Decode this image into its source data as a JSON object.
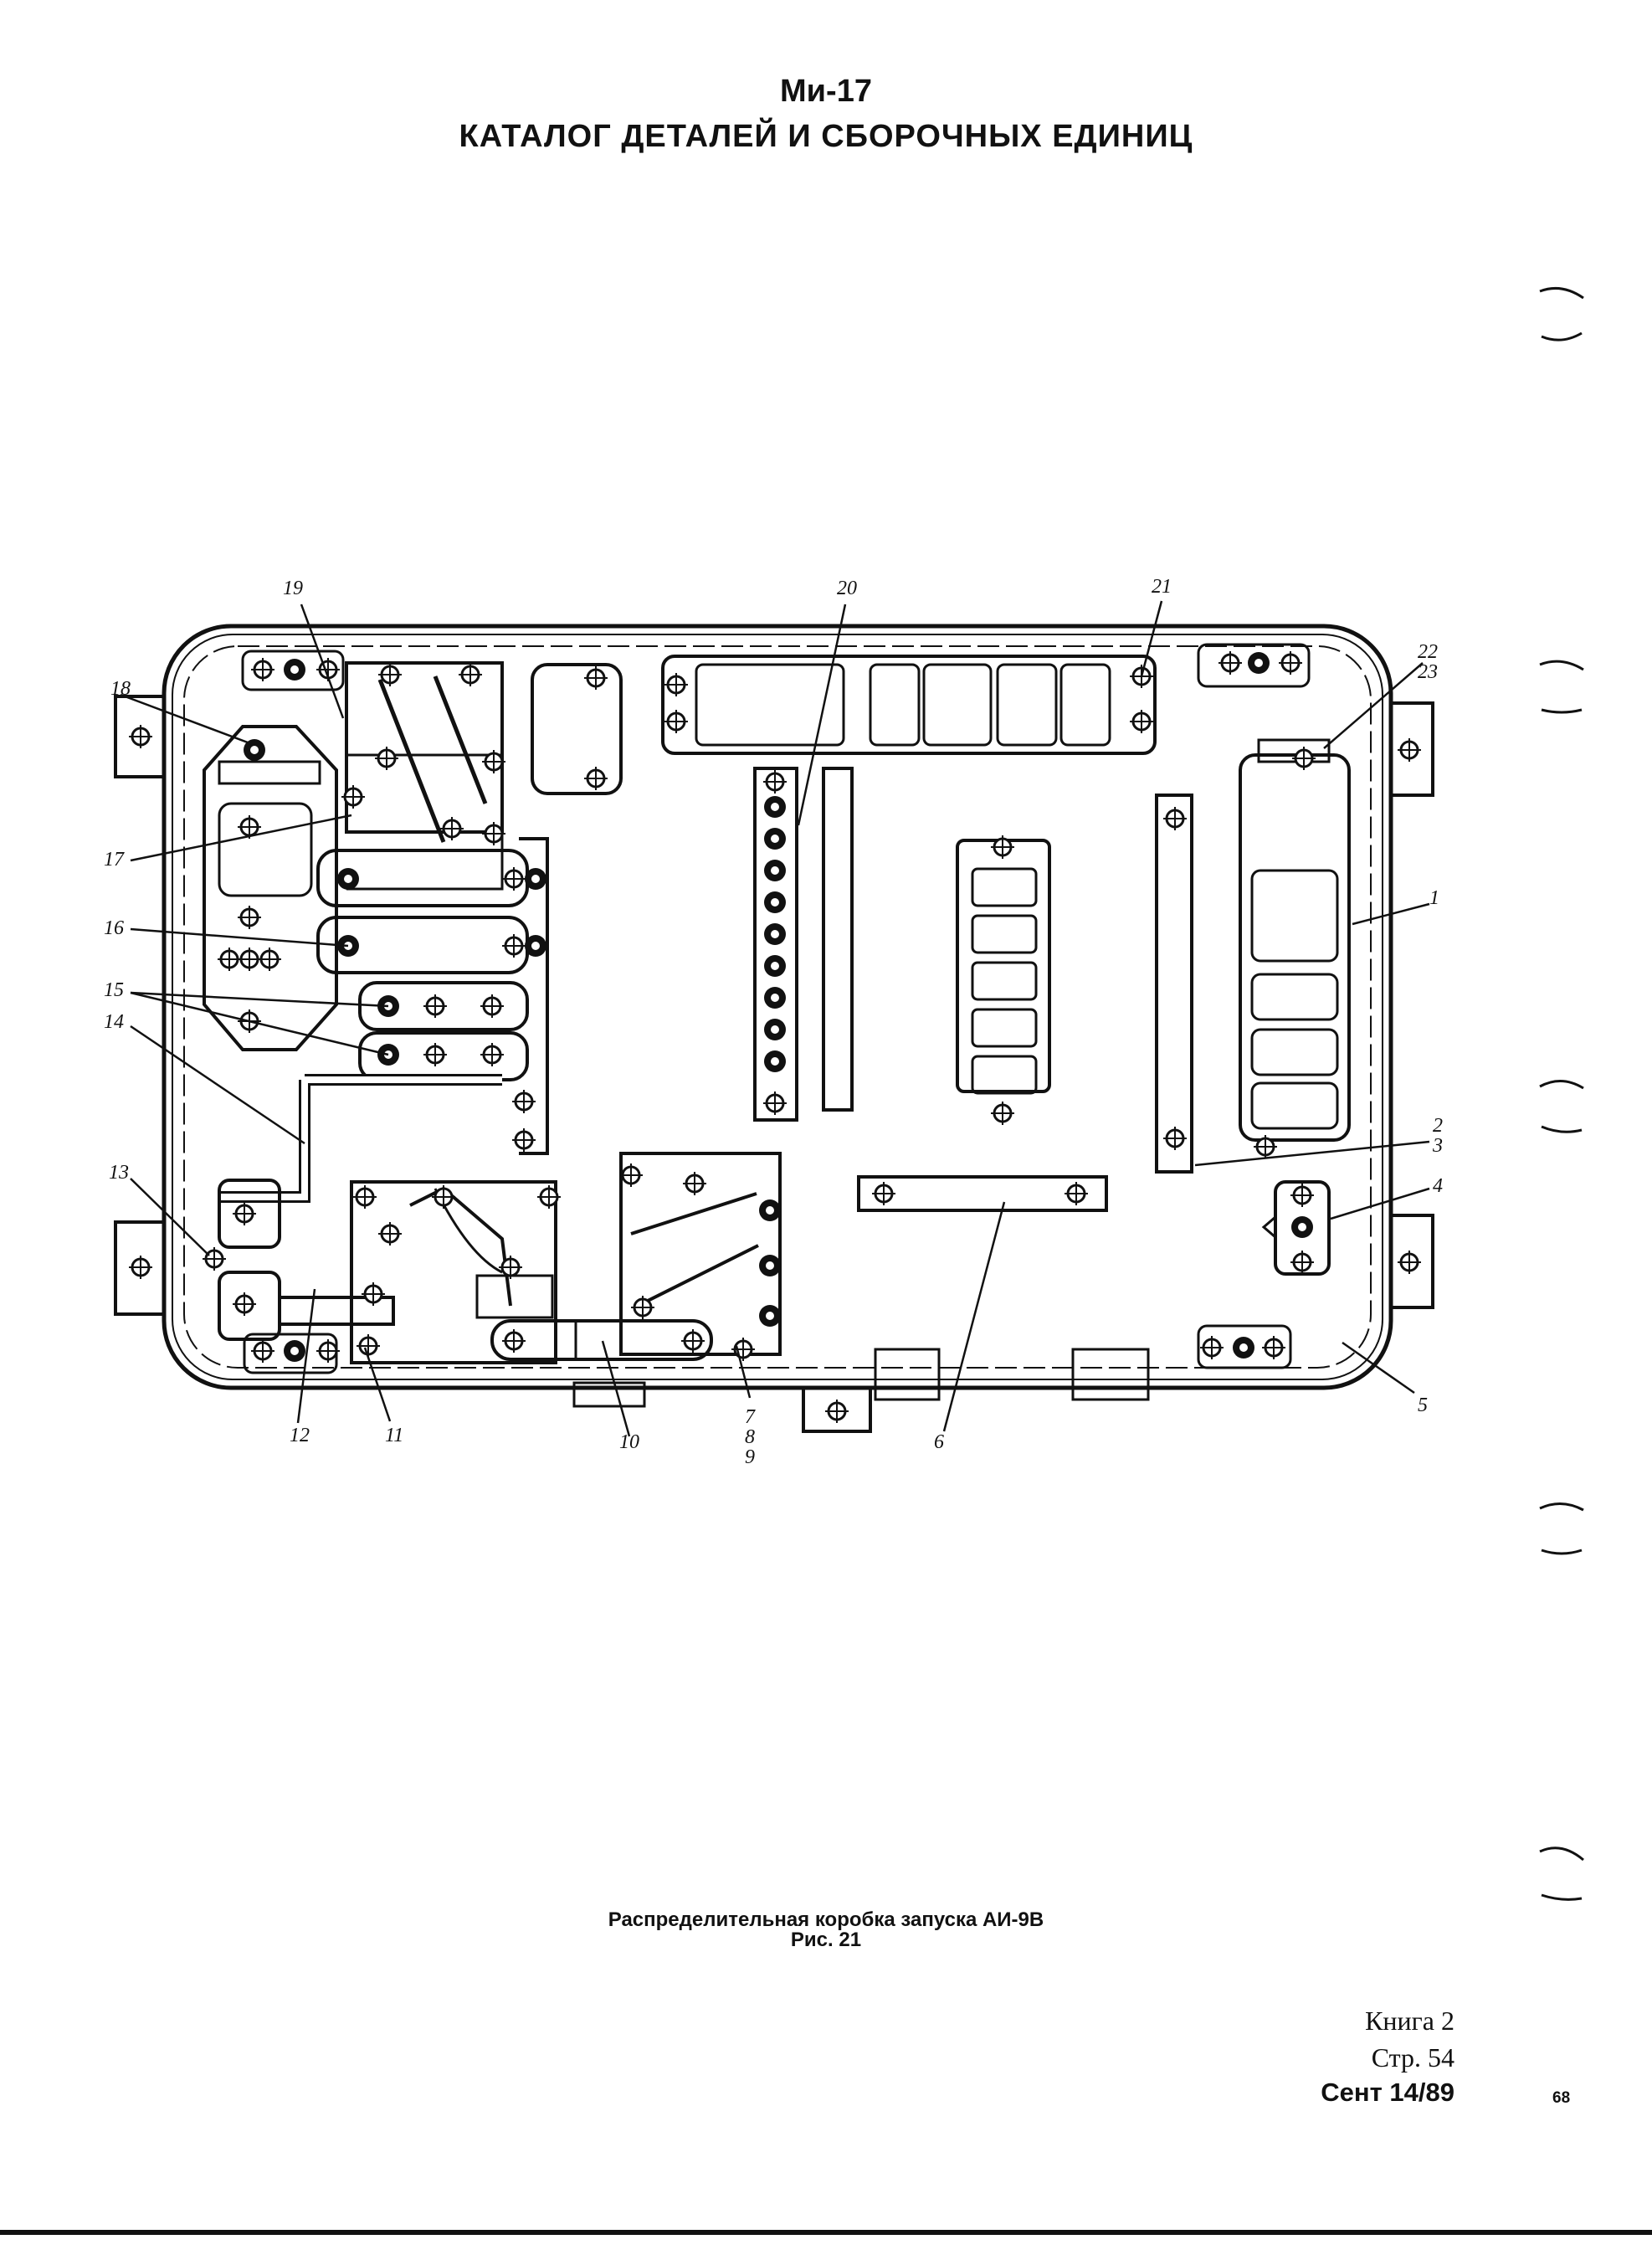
{
  "header": {
    "model": "Ми-17",
    "title": "КАТАЛОГ ДЕТАЛЕЙ И СБОРОЧНЫХ ЕДИНИЦ"
  },
  "figure": {
    "callouts": {
      "c1": "1",
      "c2": "2",
      "c3": "3",
      "c4": "4",
      "c5": "5",
      "c6": "6",
      "c7": "7",
      "c8": "8",
      "c9": "9",
      "c10": "10",
      "c11": "11",
      "c12": "12",
      "c13": "13",
      "c14": "14",
      "c15": "15",
      "c16": "16",
      "c17": "17",
      "c18": "18",
      "c19": "19",
      "c20": "20",
      "c21": "21",
      "c22": "22",
      "c23": "23"
    },
    "caption": "Распределительная коробка запуска АИ-9В",
    "number": "Рис. 21"
  },
  "footer": {
    "book": "Книга 2",
    "page": "Стр. 54",
    "date": "Сент 14/89",
    "page_number": "68"
  }
}
